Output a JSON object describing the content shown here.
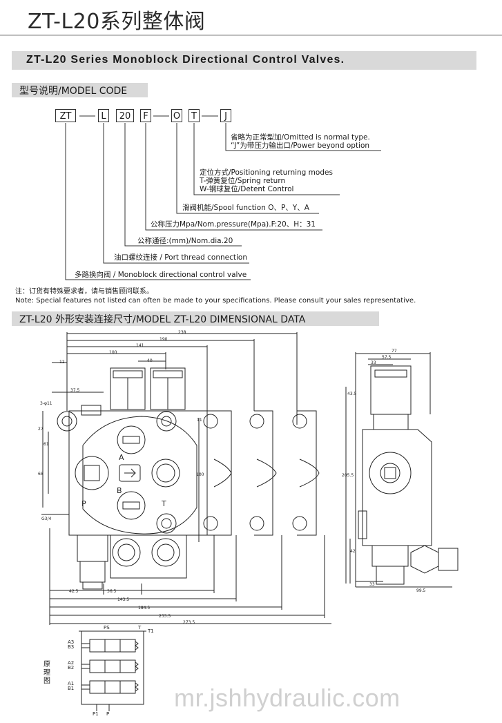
{
  "header": {
    "title": "ZT-L20系列整体阀",
    "band_title": "ZT-L20 Series Monoblock Directional Control Valves."
  },
  "model_code": {
    "heading": "型号说明/MODEL CODE",
    "boxes": [
      "ZT",
      "L",
      "20",
      "F",
      "O",
      "T",
      "J"
    ],
    "lines": {
      "j_1": "省略为正常型加/Omitted is normal type.",
      "j_2": "“J”为带压力输出口/Power beyond option",
      "t_1": "定位方式/Positioning returning modes",
      "t_2": "T-弹簧复位/Spring return",
      "t_3": "W-钢球复位/Detent Control",
      "o_1": "滑阀机能/Spool function O、P、Y、A",
      "f_1": "公称压力Mpa/Nom.pressure(Mpa).F:20、H：31",
      "d_1": "公称通径:(mm)/Nom.dia.20",
      "l_1": "油口螺纹连接 / Port thread connection",
      "zt_1": "多路换向阀 / Monoblock directional control valve"
    },
    "note_cn": "注：订货有特殊要求者，请与销售顾问联系。",
    "note_en": "Note: Special features not listed can often be made to your specifications. Please consult your sales representative."
  },
  "dimensional": {
    "heading": "ZT-L20 外形安装连接尺寸/MODEL ZT-L20 DIMENSIONAL DATA",
    "dims_top": [
      "238",
      "190",
      "141",
      "100",
      "40",
      "12",
      "37.5"
    ],
    "dims_left": [
      "3-φ11",
      "27",
      "61",
      "68",
      "G3/4"
    ],
    "dims_bottom": [
      "42.5",
      "36.5",
      "143.5",
      "184.5",
      "233.5",
      "273.5"
    ],
    "dims_mid": [
      "11",
      "100"
    ],
    "dims_side": [
      "77",
      "57.5",
      "33",
      "43.5",
      "205.5",
      "42",
      "33",
      "99.5"
    ],
    "port_labels": [
      "A",
      "B",
      "P",
      "T"
    ]
  },
  "schematic": {
    "title_vertical": [
      "原",
      "理",
      "图"
    ],
    "labels": [
      "PS",
      "T",
      "T1",
      "A3",
      "B3",
      "A2",
      "B2",
      "A1",
      "B1",
      "P1",
      "P"
    ]
  },
  "watermark": "mr.jshhydraulic.com"
}
